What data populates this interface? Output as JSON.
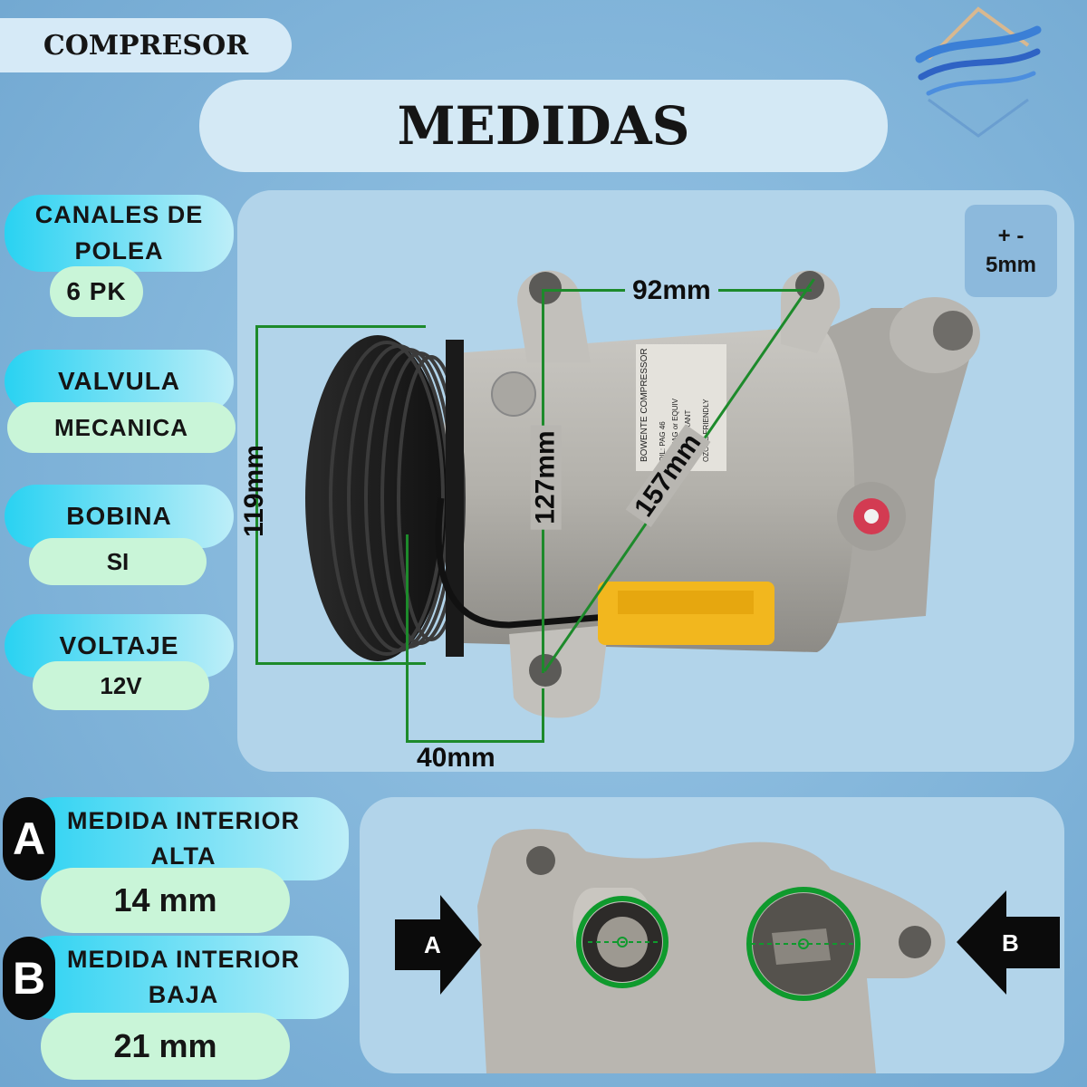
{
  "header": {
    "category": "COMPRESOR",
    "title": "MEDIDAS"
  },
  "tolerance": {
    "label": "+ -\n5mm"
  },
  "specs": [
    {
      "label": "CANALES DE\nPOLEA",
      "value": "6 PK"
    },
    {
      "label": "VALVULA",
      "value": "MECANICA"
    },
    {
      "label": "BOBINA",
      "value": "SI"
    },
    {
      "label": "VOLTAJE",
      "value": "12V"
    }
  ],
  "dimensions": {
    "height": "119mm",
    "hole_spacing_top": "92mm",
    "hole_spacing_vertical": "127mm",
    "hole_spacing_diagonal": "157mm",
    "pulley_offset": "40mm"
  },
  "label_text": {
    "brand": "BOWENTE COMPRESSOR",
    "oil": "OIL: PAG 46",
    "oil_equiv": "OIL: PAG or EQUIV",
    "refrigerant": "REFRIGERANT",
    "ozone": "OZONE FRIENDLY"
  },
  "ports": [
    {
      "letter": "A",
      "label": "MEDIDA INTERIOR\nALTA",
      "value": "14 mm"
    },
    {
      "letter": "B",
      "label": "MEDIDA INTERIOR\nBAJA",
      "value": "21 mm"
    }
  ],
  "colors": {
    "background": "#86b8dc",
    "panel": "#b2d4ea",
    "accent_blue": "#29d2f2",
    "accent_green": "#c9f5d8",
    "dimension_line": "#1d8a2b",
    "connector_yellow": "#f2b71e"
  },
  "icons": [
    "logo-waves-icon",
    "arrow-right-icon",
    "arrow-left-icon"
  ]
}
